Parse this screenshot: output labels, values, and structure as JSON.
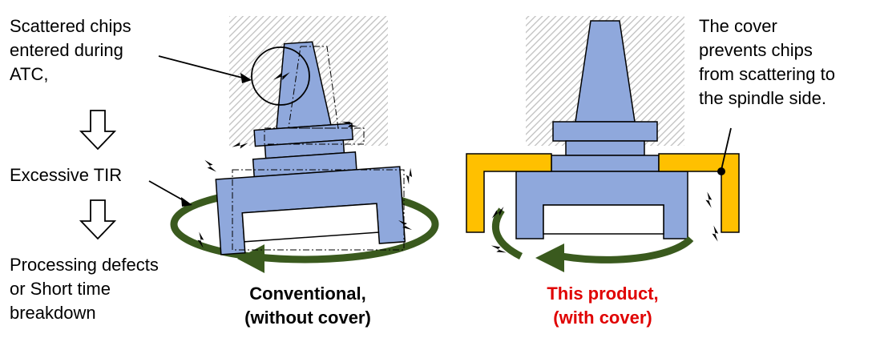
{
  "left_notes": {
    "step1": [
      "Scattered chips",
      "entered during",
      "ATC,"
    ],
    "step2": "Excessive TIR",
    "step3": [
      "Processing defects",
      "or Short time",
      "breakdown"
    ]
  },
  "right_note": [
    "The cover",
    "prevents chips",
    "from scattering to",
    "the spindle side."
  ],
  "captions": {
    "conventional": [
      "Conventional,",
      "(without cover)"
    ],
    "product": [
      "This product,",
      "(with cover)"
    ]
  },
  "colors": {
    "holder": "#8fa8dc",
    "cover": "#ffc000",
    "rotation": "#3a5a1e",
    "caption_red": "#e00000",
    "spindle_hatch": "#c8c8c8"
  },
  "icons": [
    "down-arrow-icon",
    "lightning-icon",
    "rotation-arrow-icon"
  ]
}
